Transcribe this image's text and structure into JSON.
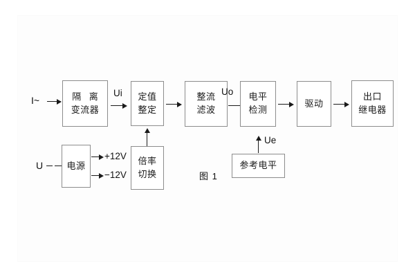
{
  "figure": {
    "caption": "图 1",
    "terminals": [
      {
        "id": "current-input",
        "label": "I~"
      },
      {
        "id": "voltage-input",
        "label": "U"
      }
    ],
    "blocks": [
      {
        "id": "isolation-transformer",
        "lines": [
          "隔 离",
          "变流器"
        ]
      },
      {
        "id": "setting-value",
        "lines": [
          "定值",
          "整定"
        ]
      },
      {
        "id": "rectifier-filter",
        "lines": [
          "整流",
          "滤波"
        ]
      },
      {
        "id": "level-detection",
        "lines": [
          "电平",
          "检测"
        ]
      },
      {
        "id": "drive",
        "lines": [
          "驱动"
        ]
      },
      {
        "id": "output-relay",
        "lines": [
          "出口",
          "继电器"
        ]
      },
      {
        "id": "power-supply",
        "lines": [
          "电源"
        ]
      },
      {
        "id": "multiplier-switch",
        "lines": [
          "倍率",
          "切换"
        ]
      },
      {
        "id": "reference-level",
        "lines": [
          "参考电平"
        ]
      }
    ],
    "signals": [
      {
        "id": "ui",
        "label": "Ui"
      },
      {
        "id": "uo",
        "label": "Uo"
      },
      {
        "id": "ue",
        "label": "Ue"
      }
    ],
    "rails": [
      {
        "id": "rail-positive",
        "label": "+12V"
      },
      {
        "id": "rail-negative",
        "label": "−12V"
      }
    ],
    "colors": {
      "background": "#ffffff",
      "box_border": "#8c8c8c",
      "line": "#1a1a1a",
      "text": "#1a1a1a"
    }
  }
}
